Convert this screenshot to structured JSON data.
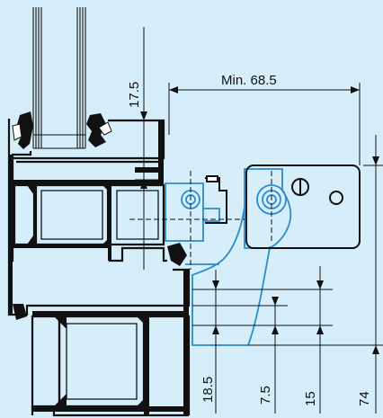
{
  "colors": {
    "background": "#d6eefa",
    "profile": "#0d0d0d",
    "hardware": "#2a8ccc",
    "dimension": "#111111"
  },
  "dimensions": {
    "top_width": "Min. 68.5",
    "left_vertical": "17.5",
    "bottom_a": "18.5",
    "bottom_b": "7.5",
    "bottom_c": "15",
    "right_vertical": "74"
  }
}
